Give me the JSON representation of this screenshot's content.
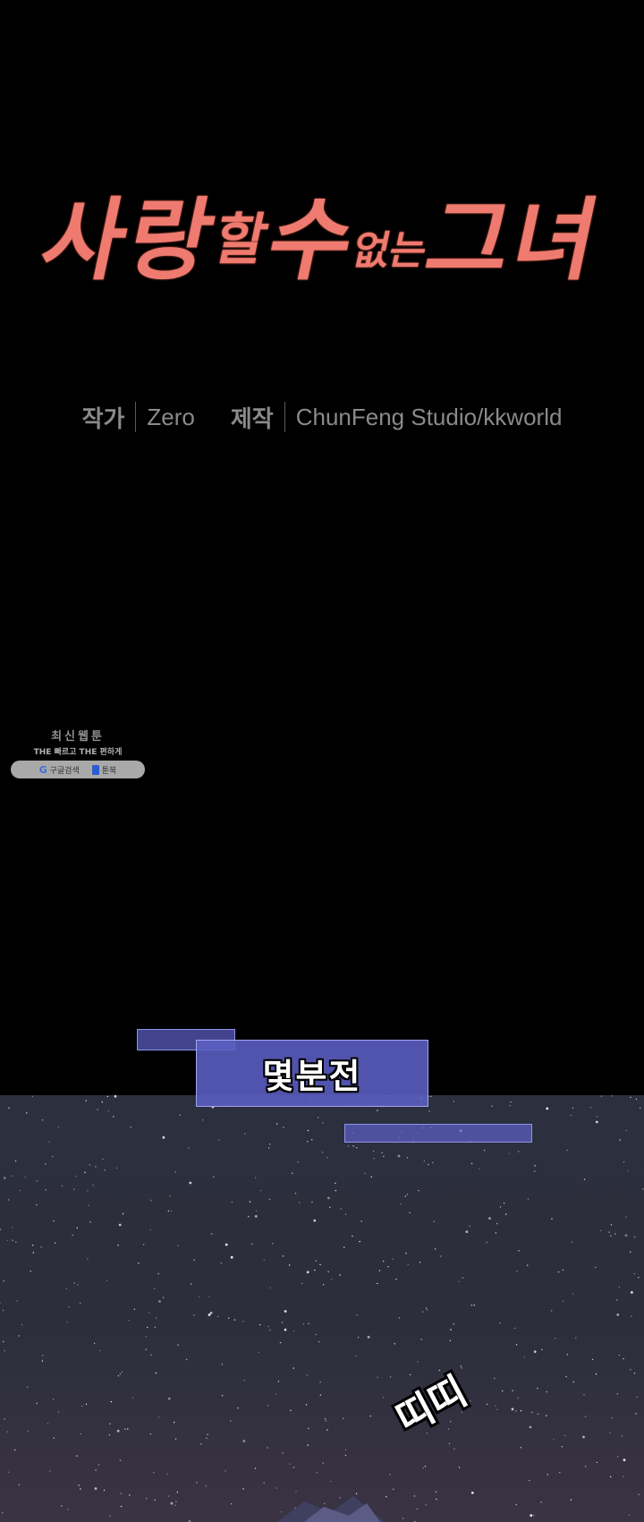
{
  "title": {
    "part1": "사랑",
    "part2": "할",
    "part3": "수",
    "part4": "없는",
    "part5": "그녀"
  },
  "credits": {
    "author_label": "작가",
    "author": "Zero",
    "producer_label": "제작",
    "producer": "ChunFeng Studio/kkworld"
  },
  "ad": {
    "line1": "최신웹툰",
    "line2": "THE 빠르고 THE 편하게",
    "google": "구글검색",
    "service": "툰북"
  },
  "caption": {
    "text": "몇분전"
  },
  "sfx": {
    "text": "띠띠"
  },
  "colors": {
    "title": "#ef7a6f",
    "caption_box": "#5c60c4",
    "sky": "#2c2f3d"
  }
}
